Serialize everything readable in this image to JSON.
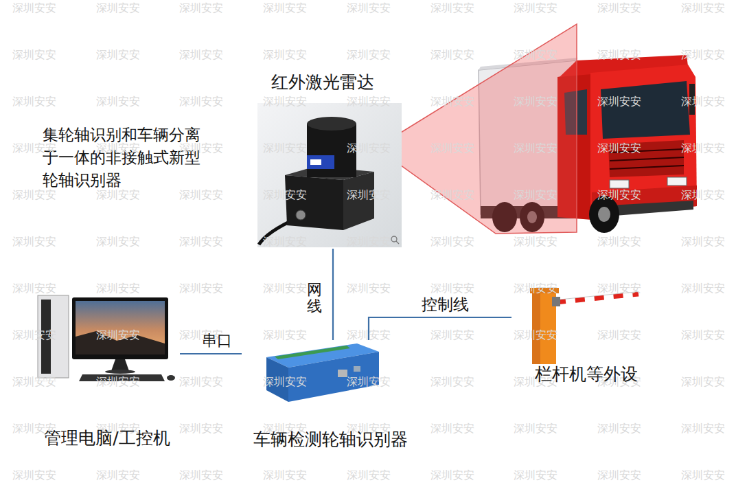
{
  "diagram": {
    "nodes": [
      {
        "text": [
          "红外激光雷达"
        ]
      },
      {
        "text": [
          "管理电脑/工控机"
        ]
      },
      {
        "text": [
          "车辆检测轮轴识别器"
        ]
      },
      {
        "text": [
          "栏杆机等外设"
        ]
      }
    ],
    "edges": [
      {
        "from": 0,
        "to": 2,
        "label": "网线",
        "arrow": "none"
      },
      {
        "from": 1,
        "to": 2,
        "label": "串口",
        "arrow": "none"
      },
      {
        "from": 2,
        "to": 3,
        "label": "控制线",
        "arrow": "none"
      }
    ],
    "labels": [
      "集轮轴识别和车辆分离 于一体的非接触式新型 轮轴识别器",
      "深圳安安",
      "深圳安安",
      "深圳安安",
      "深圳安安",
      "深圳安安",
      "深圳安安",
      "深圳安安",
      "深圳安安",
      "深圳安安",
      "深圳安安",
      "深圳安安",
      "深圳安安",
      "深圳安安",
      "深圳安安",
      "深圳安安",
      "深圳安安",
      "深圳安安",
      "深圳安安",
      "深圳安安",
      "深圳安安",
      "深圳安安",
      "深圳安安",
      "深圳安安",
      "深圳安安",
      "深圳安安",
      "深圳安安",
      "深圳安安",
      "深圳安安",
      "深圳安安",
      "深圳安安",
      "深圳安安",
      "深圳安安",
      "深圳安安",
      "深圳安安",
      "深圳安安",
      "深圳安安",
      "深圳安安",
      "深圳安安",
      "深圳安安",
      "深圳安安",
      "深圳安安",
      "深圳安安",
      "深圳安安",
      "深圳安安",
      "深圳安安",
      "深圳安安",
      "深圳安安",
      "深圳安安",
      "深圳安安",
      "深圳安安",
      "深圳安安",
      "深圳安安",
      "深圳安安",
      "深圳安安",
      "深圳安安",
      "深圳安安",
      "深圳安安",
      "深圳安安",
      "深圳安安",
      "深圳安安",
      "深圳安安",
      "深圳安安",
      "深圳安安",
      "深圳安安",
      "深圳安安",
      "深圳安安",
      "深圳安安",
      "深圳安安",
      "深圳安安",
      "深圳安安",
      "深圳安安",
      "深圳安安",
      "深圳安安",
      "深圳安安",
      "深圳安安",
      "深圳安安",
      "深圳安安",
      "深圳安安",
      "深圳安安",
      "深圳安安",
      "深圳安安",
      "深圳安安",
      "深圳安安",
      "深圳安安",
      "深圳安安",
      "深圳安安",
      "深圳安安",
      "深圳安安",
      "深圳安安",
      "深圳安安",
      "深圳安安",
      "深圳安安",
      "深圳安安",
      "深圳安安",
      "深圳安安",
      "深圳安安",
      "深圳安安",
      "深圳安安",
      "深圳安安"
    ]
  }
}
